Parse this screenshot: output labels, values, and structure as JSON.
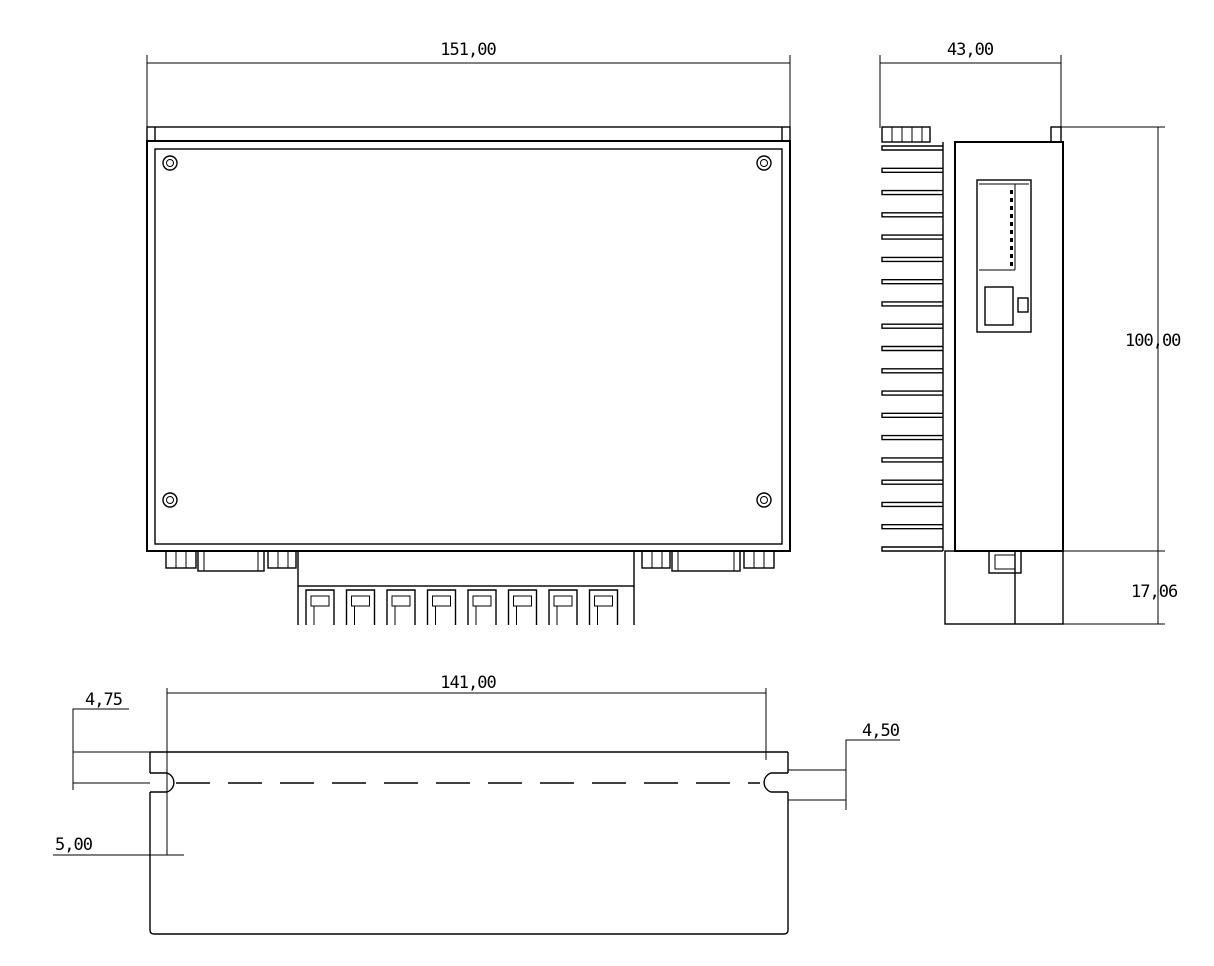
{
  "dimensions": {
    "front_width": "151,00",
    "side_depth": "43,00",
    "side_height": "100,00",
    "terminal_height": "17,06",
    "mount_spacing": "141,00",
    "slot_left_offset": "4,75",
    "slot_right_width": "4,50",
    "slot_vertical_offset": "5,00"
  },
  "colors": {
    "line": "#000000",
    "background": "#ffffff"
  },
  "terminal_count": 8,
  "heatsink_fin_count": 19
}
